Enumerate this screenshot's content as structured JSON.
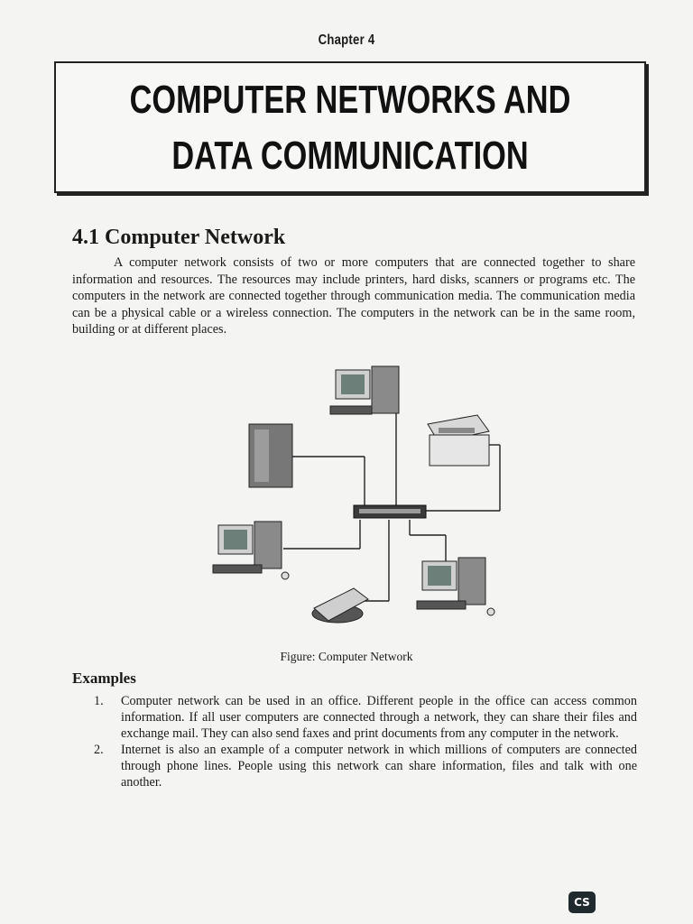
{
  "header": {
    "chapter_label": "Chapter 4",
    "title_line1": "COMPUTER NETWORKS AND",
    "title_line2": "DATA COMMUNICATION"
  },
  "section": {
    "heading": "4.1 Computer Network",
    "intro": "A computer network consists of two or more computers that are connected together to share information and resources. The resources may include printers, hard disks, scanners or programs etc. The computers in the network are connected together through communication media. The communication media can be a physical cable or a wireless connection. The computers in the network can be in the same room, building or at different places."
  },
  "figure": {
    "caption": "Figure: Computer Network"
  },
  "examples": {
    "heading": "Examples",
    "items": [
      {
        "num": "1.",
        "text": "Computer network can be used in an office. Different people in the office can access common information. If all user computers are connected through a network, they can share their files and exchange mail. They can also send faxes and print documents from any computer in the network."
      },
      {
        "num": "2.",
        "text": "Internet is also an example of a computer network in which millions of computers are connected through phone lines. People using this network can share information, files and talk with one another."
      }
    ]
  },
  "badge": {
    "label": "CS"
  }
}
